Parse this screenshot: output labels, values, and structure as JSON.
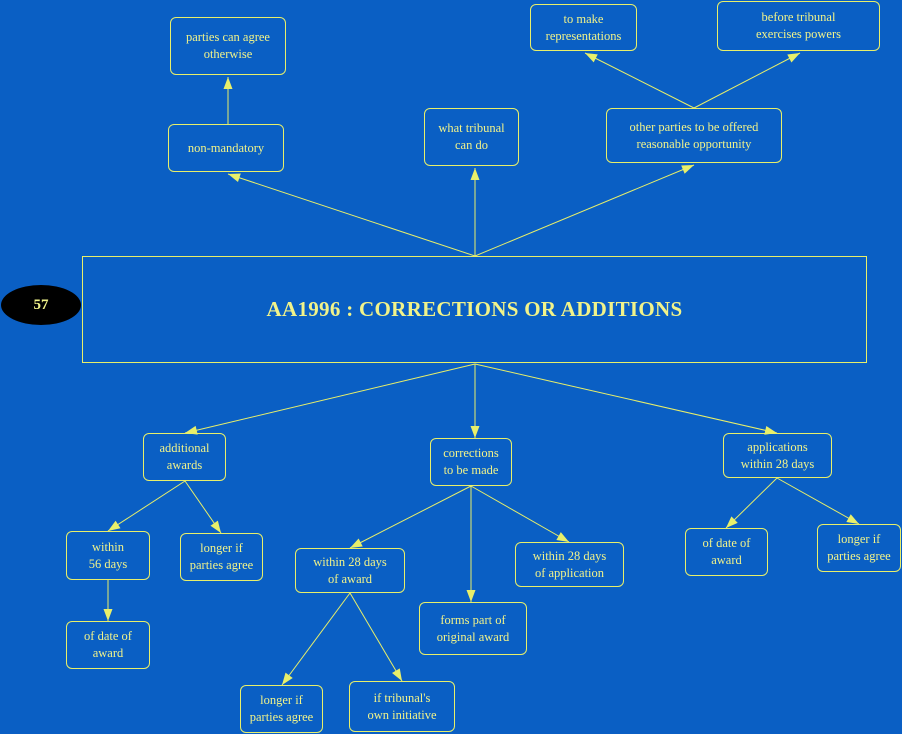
{
  "badge": "57",
  "title": "AA1996 : CORRECTIONS OR ADDITIONS",
  "line_color": "#e8ef6a",
  "background_color": "#0a5fc4",
  "nodes": {
    "parties_can_agree_otherwise": "parties can agree\notherwise",
    "non_mandatory": "non-mandatory",
    "what_tribunal_can_do": "what tribunal\ncan do",
    "to_make_representations": "to make\nrepresentations",
    "before_tribunal_exercises_powers": "before tribunal\nexercises powers",
    "other_parties_offered_opportunity": "other parties to be offered\nreasonable opportunity",
    "additional_awards": "additional\nawards",
    "corrections_to_be_made": "corrections\nto be made",
    "applications_within_28_days": "applications\nwithin 28 days",
    "within_56_days": "within\n56 days",
    "longer_if_parties_agree_1": "longer if\nparties agree",
    "of_date_of_award_1": "of date of\naward",
    "within_28_days_of_award": "within 28 days\nof award",
    "forms_part_of_original_award": "forms part of\noriginal award",
    "within_28_days_of_application": "within 28 days\nof application",
    "longer_if_parties_agree_2": "longer if\nparties agree",
    "if_tribunals_own_initiative": "if tribunal's\nown initiative",
    "of_date_of_award_2": "of date of\naward",
    "longer_if_parties_agree_3": "longer if\nparties agree"
  }
}
